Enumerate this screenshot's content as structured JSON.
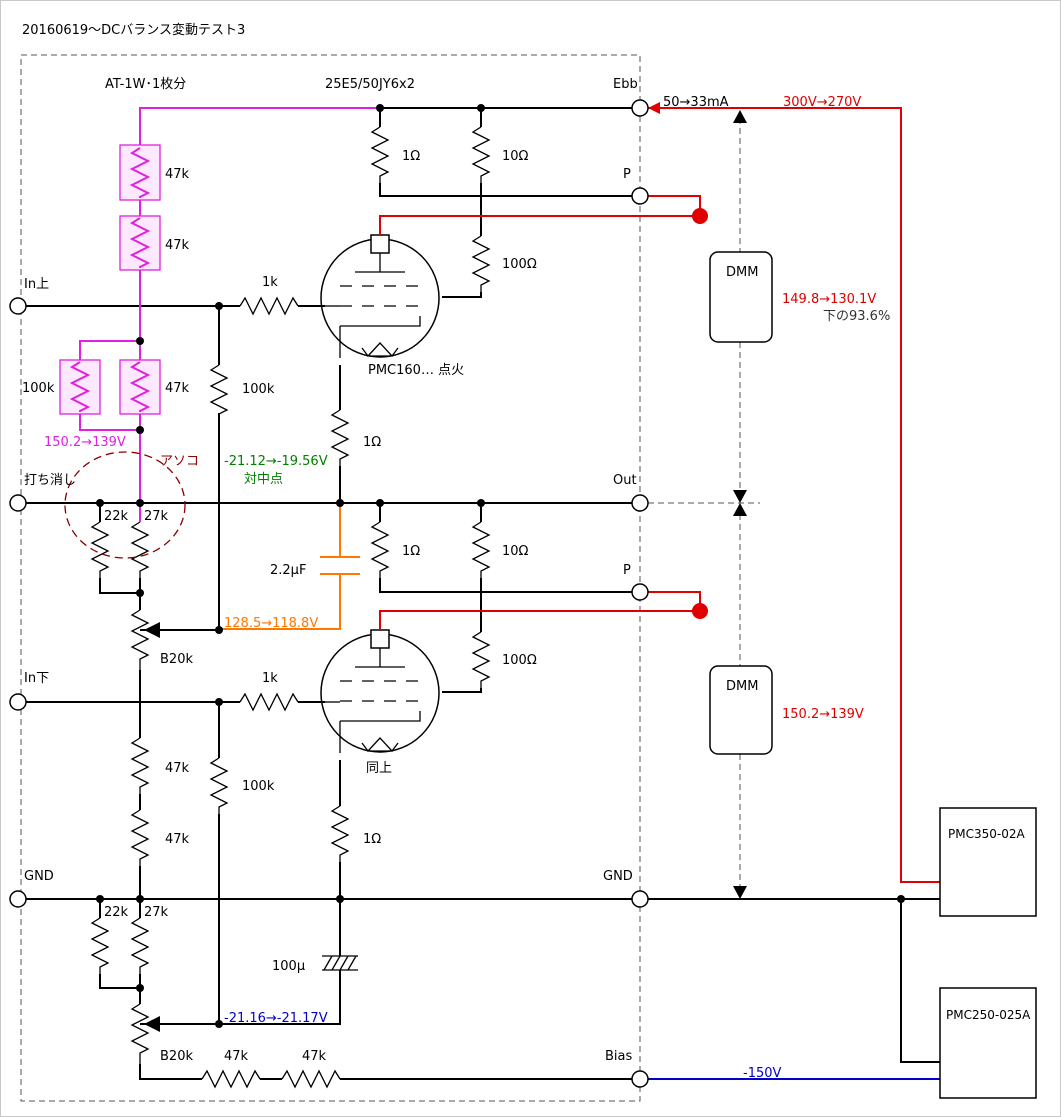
{
  "title": "20160619～DCバランス変動テスト3",
  "colors": {
    "red": "#e00000",
    "magenta": "#e020e0",
    "blue": "#0000c8",
    "green": "#008000",
    "orange": "#ff7800",
    "darkred": "#8b0000"
  },
  "labels": {
    "at1w": "AT-1W･1枚分",
    "tube": "25E5/50JY6x2",
    "ebb": "Ebb",
    "current": "50→33mA",
    "supply": "300V→270V",
    "p_top": "P",
    "p_bot": "P",
    "out": "Out",
    "gnd_left": "GND",
    "gnd_right": "GND",
    "bias": "Bias",
    "bias_v": "-150V",
    "in_top": "In上",
    "in_bot": "In下",
    "uchikeshi": "打ち消し",
    "asoko": "アソコ",
    "pmc160": "PMC160… 点火",
    "doujou": "同上",
    "dmm1": "DMM",
    "dmm2": "DMM",
    "dmm1_v": "149.8→130.1V",
    "dmm1_pct": "下の93.6%",
    "dmm2_v": "150.2→139V",
    "mag_v": "150.2→139V",
    "green_v": "-21.12→-19.56V",
    "taichuten": "対中点",
    "orange_v": "128.5→118.8V",
    "blue_v": "-21.16→-21.17V",
    "pmc350": "PMC350-02A",
    "pmc250": "PMC250-025A",
    "cap_out": "2.2μF",
    "cap_gnd": "100μ"
  },
  "resistors": {
    "r47k_1": "47k",
    "r47k_2": "47k",
    "r47k_3": "47k",
    "r100k_m": "100k",
    "r1_top": "1Ω",
    "r10_top": "10Ω",
    "r100_top": "100Ω",
    "r1k_top": "1k",
    "r100k_top": "100k",
    "r1_cath_top": "1Ω",
    "r22k_top": "22k",
    "r27k_top": "27k",
    "b20k_top": "B20k",
    "r1_out": "1Ω",
    "r10_out": "10Ω",
    "r100_bot": "100Ω",
    "r1k_bot": "1k",
    "r100k_bot": "100k",
    "r1_cath_bot": "1Ω",
    "r47k_4": "47k",
    "r47k_5": "47k",
    "r22k_bot": "22k",
    "r27k_bot": "27k",
    "b20k_bot": "B20k",
    "r47k_6": "47k",
    "r47k_7": "47k"
  }
}
